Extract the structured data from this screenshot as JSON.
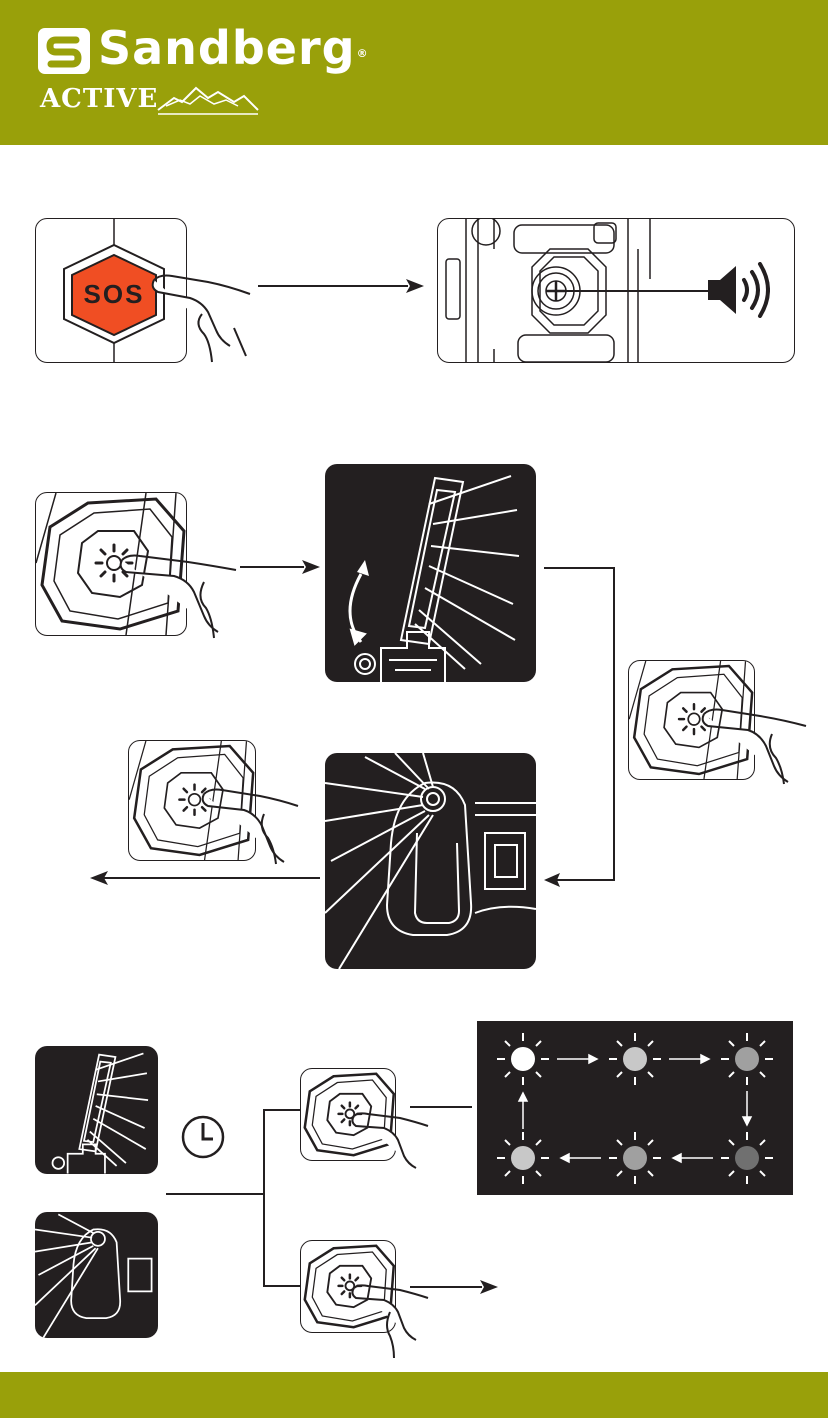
{
  "brand": {
    "name": "Sandberg",
    "registered": "®",
    "subbrand": "ACTIVE"
  },
  "step1": {
    "button_label": "SOS"
  },
  "colors": {
    "header_green": "#99a00a",
    "sos_red": "#f04e23",
    "dark_panel": "#231f20",
    "line": "#231f20"
  },
  "icons": [
    "sandberg-logo-icon",
    "mountains-icon",
    "sos-button-icon",
    "finger-press-icon",
    "arrow-right-icon",
    "speaker-icon",
    "power-button-icon",
    "rotate-arrow-icon",
    "clock-icon",
    "led-cycle-icon"
  ],
  "led_cycle": {
    "order": [
      "white",
      "light-gray",
      "gray",
      "dark-gray",
      "gray",
      "light-gray"
    ],
    "fills": [
      "#ffffff",
      "#c8c8c8",
      "#a0a0a0",
      "#707070",
      "#a0a0a0",
      "#c8c8c8"
    ]
  }
}
